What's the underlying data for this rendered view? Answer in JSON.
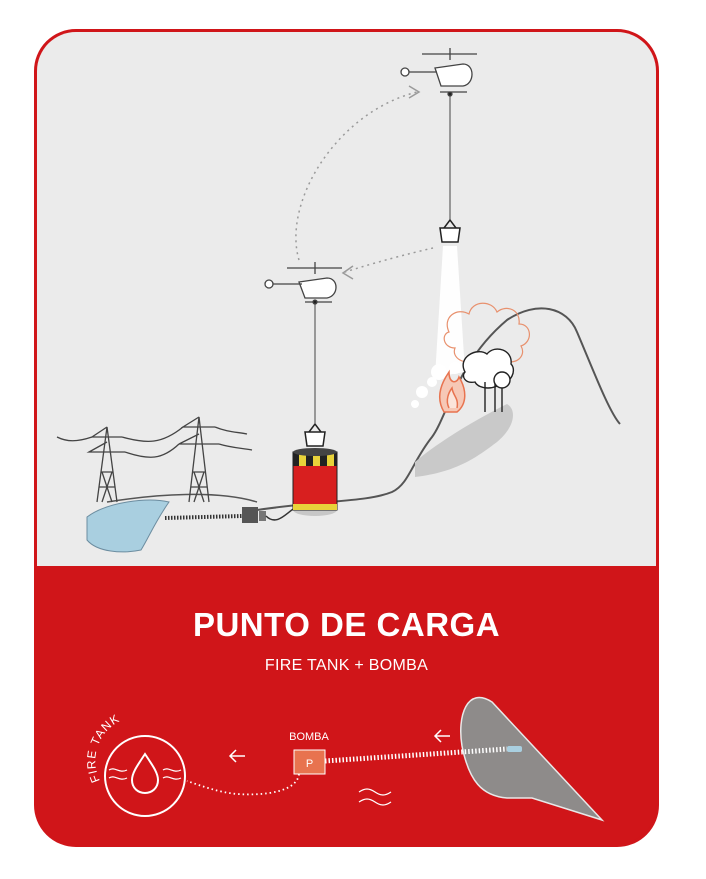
{
  "panel": {
    "title": "PUNTO DE CARGA",
    "subtitle": "FIRE TANK + BOMBA"
  },
  "legend": {
    "fire_tank_label": "FIRE TANK",
    "pump_label": "BOMBA",
    "pump_symbol": "P"
  },
  "colors": {
    "brand_red": "#d01519",
    "scene_bg": "#ebebeb",
    "pump_orange": "#e8734f",
    "water_blue": "#a9cfe0",
    "reservoir_grey": "#8e8b8a"
  }
}
